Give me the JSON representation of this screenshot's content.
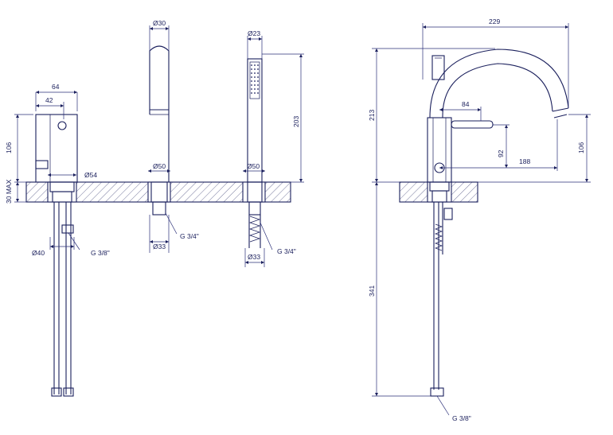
{
  "colors": {
    "line": "#1a1f5c",
    "background": "#ffffff"
  },
  "labels": {
    "w64": "64",
    "w42": "42",
    "h106_left": "106",
    "h30max": "30 MAX",
    "d54": "Ø54",
    "d40": "Ø40",
    "g38_left": "G 3/8\"",
    "d30": "Ø30",
    "d50_spout": "Ø50",
    "d33_spout": "Ø33",
    "g34_spout": "G 3/4\"",
    "d23": "Ø23",
    "h203": "203",
    "d50_shower": "Ø50",
    "d33_shower": "Ø33",
    "g34_shower": "G 3/4\"",
    "w229": "229",
    "h213": "213",
    "w84": "84",
    "h92": "92",
    "w188": "188",
    "h106_right": "106",
    "h341": "341",
    "g38_right": "G 3/8\""
  }
}
